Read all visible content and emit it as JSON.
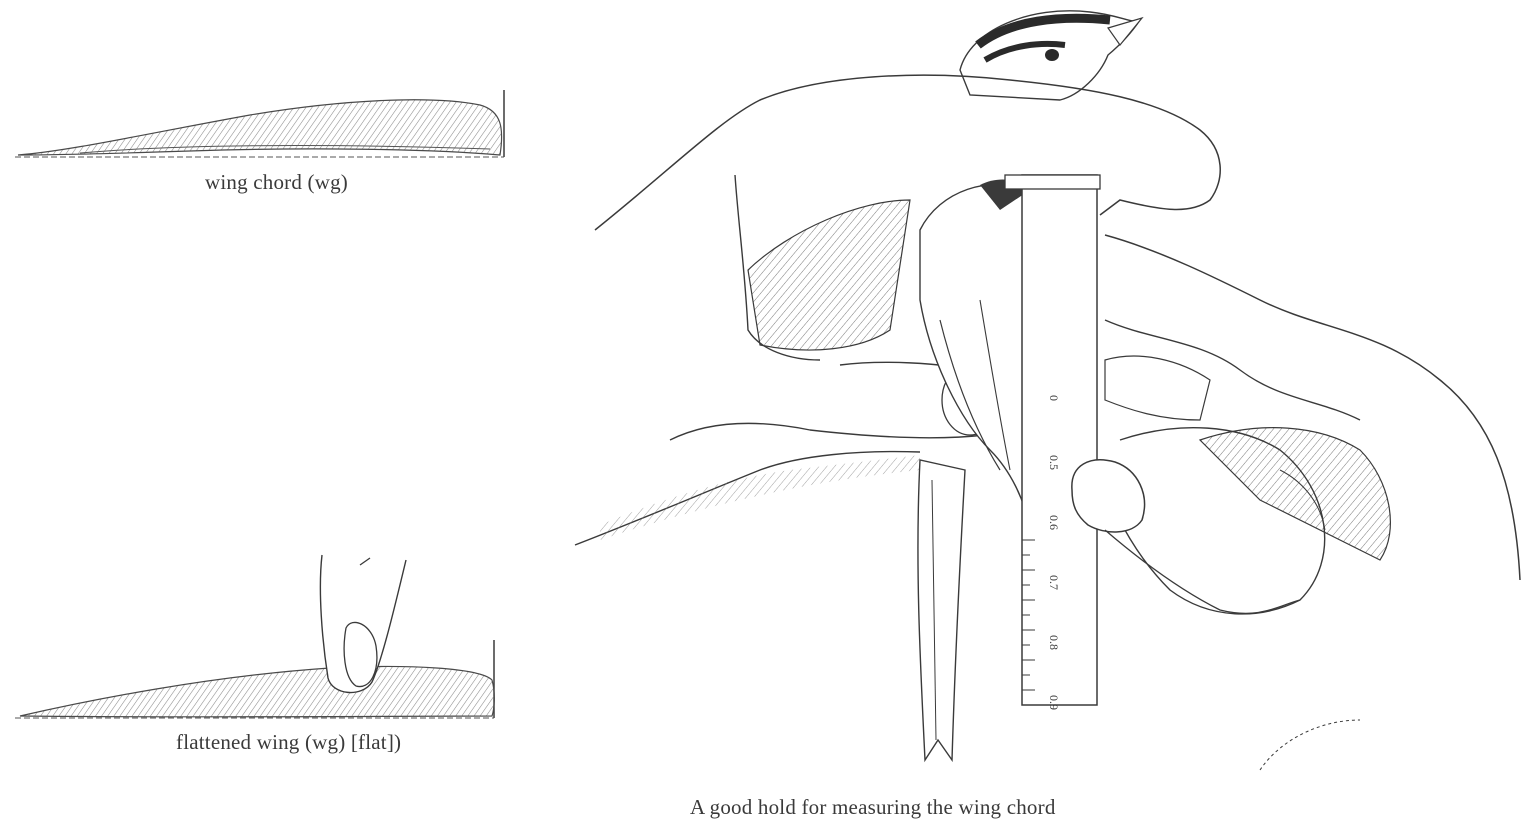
{
  "figures": {
    "wing_chord": {
      "caption": "wing chord (wg)"
    },
    "flattened_wing": {
      "caption": "flattened wing (wg) [flat])"
    },
    "hold": {
      "caption": "A good hold for measuring the wing chord",
      "ruler_ticks": [
        "0",
        "0.5",
        "0.6",
        "0.7",
        "0.8",
        "0.9"
      ]
    }
  },
  "colors": {
    "ink": "#3a3a3a",
    "hatch": "#8a8a8a",
    "background": "#ffffff"
  }
}
